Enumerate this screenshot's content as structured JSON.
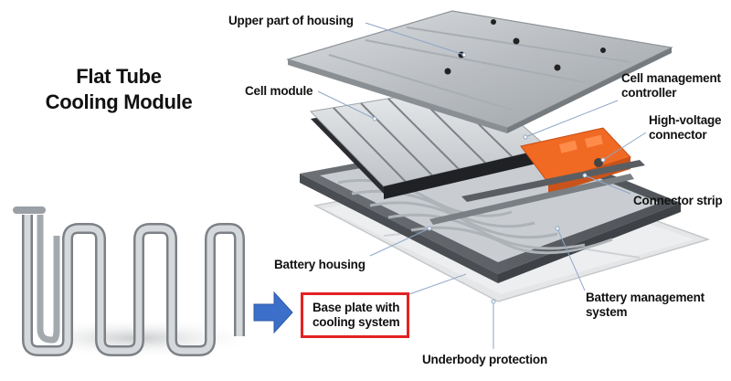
{
  "title": {
    "line1": "Flat Tube",
    "line2": "Cooling Module"
  },
  "labels": {
    "upper_housing": "Upper part of housing",
    "cell_module": "Cell module",
    "cell_mgmt_controller": "Cell management controller",
    "hv_connector": "High-voltage connector",
    "connector_strip": "Connector strip",
    "battery_housing": "Battery housing",
    "base_plate": "Base plate with cooling system",
    "bms": "Battery management system",
    "underbody": "Underbody protection"
  },
  "colors": {
    "highlight_border": "#e32222",
    "arrow": "#3b6fc9",
    "hv_connector": "#f06a24",
    "leader": "#8fa6c6"
  },
  "icons": {
    "arrow": "right-arrow-icon"
  }
}
